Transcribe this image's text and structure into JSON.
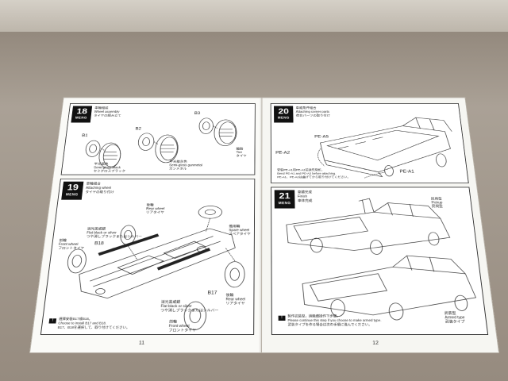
{
  "page_left": {
    "number": "11",
    "step18": {
      "number": "18",
      "brand": "MENG",
      "title_cn": "車輪組裝",
      "title_en": "Wheel assembly",
      "title_jp": "タイヤの組み立て",
      "part_b1": "B1",
      "part_b2": "B2",
      "part_b3": "B3",
      "tire_cn": "輪胎",
      "tire_en": "Tire",
      "tire_jp": "タイヤ",
      "paint_gun_cn": "半光黑色",
      "paint_gun_en": "Semi-gloss black",
      "paint_gun_jp": "セミグロスブラック",
      "paint_silver_cn": "半光槍灰色",
      "paint_silver_en": "Semi-gloss gunmetal",
      "paint_silver_jp": "ガンメタル"
    },
    "step19": {
      "number": "19",
      "brand": "MENG",
      "title_cn": "車輪組合",
      "title_en": "Attaching wheel",
      "title_jp": "タイヤの取り付け",
      "flat_black_cn": "消光黑或銀",
      "flat_black_en": "Flat black or silver",
      "flat_black_jp": "つや消しブラックまたはシルバー",
      "part_b18": "B18",
      "part_b17": "B17",
      "front_wheel_cn": "前輪",
      "front_wheel_en": "Front wheel",
      "front_wheel_jp": "フロントタイヤ",
      "rear_wheel_cn": "後輪",
      "rear_wheel_en": "Rear wheel",
      "rear_wheel_jp": "リアタイヤ",
      "spare_cn": "備用輪",
      "spare_en": "Spare wheel",
      "spare_jp": "スペアタイヤ",
      "note_cn": "選擇安裝B17或B18。",
      "note_en": "Choose to install B17 and B18.",
      "note_jp": "B17、B18を選択して、取り付けてください。"
    }
  },
  "page_right": {
    "number": "12",
    "step20": {
      "number": "20",
      "brand": "MENG",
      "title_cn": "車廂角件組合",
      "title_en": "Attaching corner parts",
      "title_jp": "荷台パーツの取り付け",
      "part_pe_a5": "PE-A5",
      "part_pe_a2": "PE-A2",
      "part_pe_a1": "PE-A1",
      "note_cn": "安裝PE-A1和PE-A2前請先彎折。",
      "note_en": "Bend PE-A1 and PE-A2 before attaching.",
      "note_jp": "PE-A1、PE-A2は曲げてから取り付けてください。"
    },
    "step21": {
      "number": "21",
      "brand": "MENG",
      "title_cn": "車體完成",
      "title_en": "Finish",
      "title_jp": "車体完成",
      "label_top_cn": "民用型",
      "label_top_en": "Pickup",
      "label_top_jp": "民間型",
      "label_bottom_cn": "武裝型",
      "label_bottom_en": "Armed type",
      "label_bottom_jp": "武装タイプ",
      "note_cn": "製作武裝型，請繼續操作下步驟。",
      "note_en": "Please continue this step if you choose to make armed type.",
      "note_jp": "武装タイプを作る場合は次の手順に進んでください。"
    }
  }
}
